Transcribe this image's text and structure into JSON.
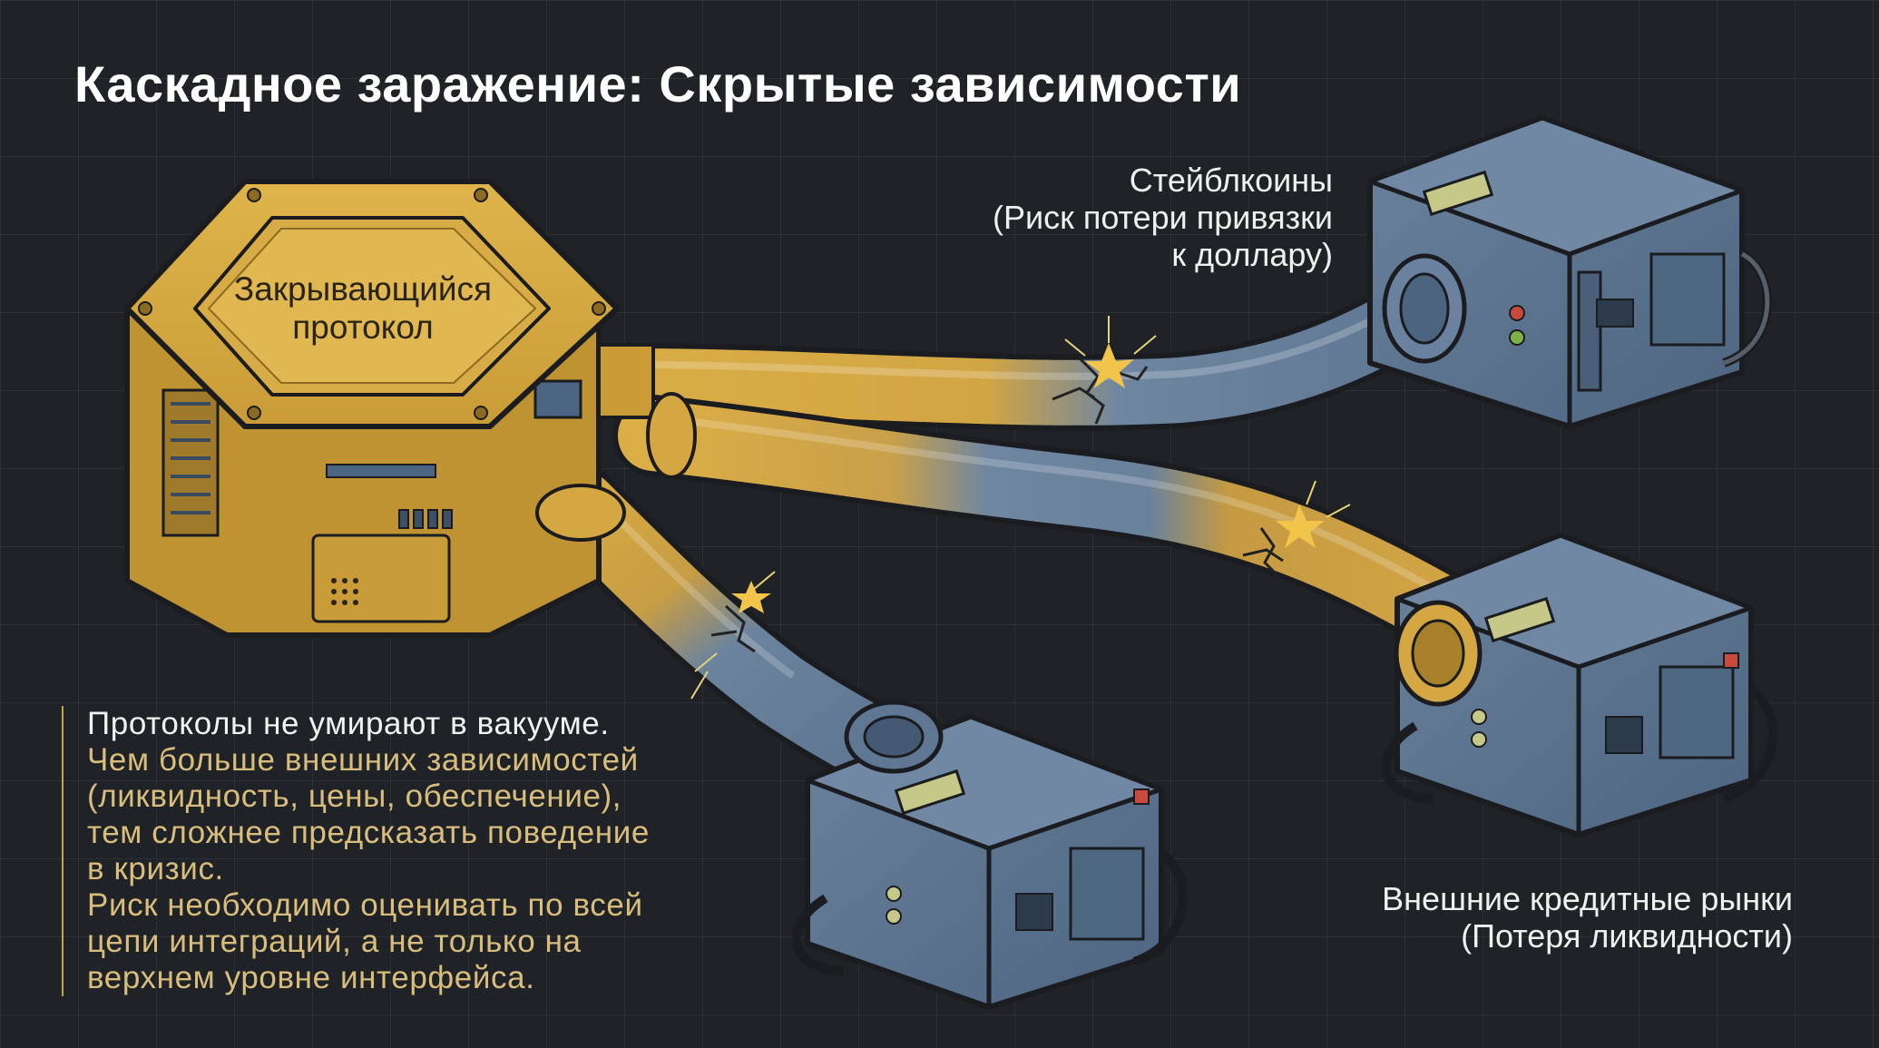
{
  "title": "Каскадное заражение: Скрытые зависимости",
  "hub": {
    "label_line1": "Закрывающийся",
    "label_line2": "протокол"
  },
  "nodes": {
    "stablecoins": {
      "line1": "Стейблкоины",
      "line2": "(Риск потери привязки",
      "line3": "к доллару)"
    },
    "credit_markets": {
      "line1": "Внешние кредитные рынки",
      "line2": "(Потеря ликвидности)"
    }
  },
  "note": {
    "lead": "Протоколы не умирают в вакууме.",
    "line1": "Чем больше внешних зависимостей",
    "line2": "(ликвидность, цены, обеспечение),",
    "line3": "тем сложнее предсказать поведение",
    "line4": "в кризис.",
    "line5": "Риск необходимо оценивать по всей",
    "line6": "цепи интеграций, а не только на",
    "line7": "верхнем уровне интерфейса."
  },
  "colors": {
    "background": "#1f2226",
    "gold": "#d6a93f",
    "gold_dark": "#a8802a",
    "steel": "#5d7590",
    "steel_dark": "#3e5166",
    "accent_text": "#d9bd7c"
  }
}
